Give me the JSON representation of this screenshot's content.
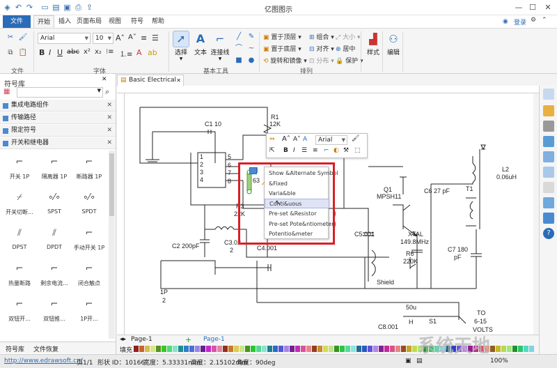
{
  "app": {
    "title": "亿图图示"
  },
  "window": {
    "login": "登录"
  },
  "ribbon_tabs": [
    "文件",
    "开始",
    "插入",
    "页面布局",
    "视图",
    "符号",
    "帮助"
  ],
  "ribbon": {
    "groups": {
      "file": "文件",
      "font": "字体",
      "basic_tools": "基本工具",
      "arrange": "排列"
    },
    "font_name": "Arial",
    "font_size": "10",
    "tools": {
      "select": "选择",
      "text": "文本",
      "connector": "连接线",
      "style": "样式",
      "edit": "编辑"
    },
    "arrange": {
      "bring_front": "置于顶层",
      "send_back": "置于底层",
      "rotate_mirror": "旋转和镜像",
      "group": "组合",
      "align": "对齐",
      "distribute": "分布",
      "size": "大小",
      "center": "居中",
      "protect": "保护"
    }
  },
  "symbol_library": {
    "title": "符号库",
    "categories": [
      "集成电路组件",
      "传输路径",
      "限定符号",
      "开关和继电器"
    ],
    "symbols": [
      "开关 1P",
      "隔离器 1P",
      "断路器 1P",
      "开关切断...",
      "SPST",
      "SPDT",
      "DPST",
      "DPDT",
      "手动开关 1P",
      "热量断路",
      "剩余电流...",
      "闭合触点",
      "双钮开...",
      "双钮推...",
      "1P开..."
    ],
    "bottom_tabs": [
      "符号库",
      "文件恢复"
    ]
  },
  "document": {
    "tab": "Basic Electrical"
  },
  "diagram_labels": [
    "R1",
    "12K",
    "C1 10",
    "1",
    "2",
    "3",
    "4",
    "5",
    "6",
    "7",
    "8",
    "R3",
    "22K",
    "C2 200pF",
    "C3.02",
    "2",
    "C4.001",
    "C5.001",
    "Q1",
    "MPSH11",
    "XTAL",
    "149.8MHz",
    "R6",
    "220K",
    "C6 27 pF",
    "T1",
    "L2",
    "0.06uH",
    "C7 180",
    "pF",
    "Shield",
    "1P",
    "2",
    "50u",
    "H",
    "S1",
    "C8.001",
    "TO",
    "6-15",
    "VOLTS",
    "63"
  ],
  "floating_toolbar": {
    "font": "Arial"
  },
  "context_menu": {
    "items": [
      "Show &Alternate Symbol",
      "&Fixed",
      "Varia&ble",
      "Conti&uous",
      "Pre-set &Resistor",
      "Pre-set Pote&ntiometer",
      "Potentio&meter"
    ],
    "checked_index": 1,
    "highlighted_index": 3
  },
  "pages": {
    "current": "Page-1",
    "tab": "Page-1",
    "fill_label": "填充"
  },
  "status": {
    "url": "http://www.edrawsoft.cn/",
    "page": "页1/1",
    "shape_id": "形状 ID：10166",
    "width": "宽度：5.33331mm",
    "height": "高度：2.15102mm",
    "angle": "角度：90deg",
    "zoom": "100%"
  },
  "colors": {
    "accent": "#2a6cb8",
    "highlight_border": "#d81f26"
  },
  "watermark": "系统天地"
}
